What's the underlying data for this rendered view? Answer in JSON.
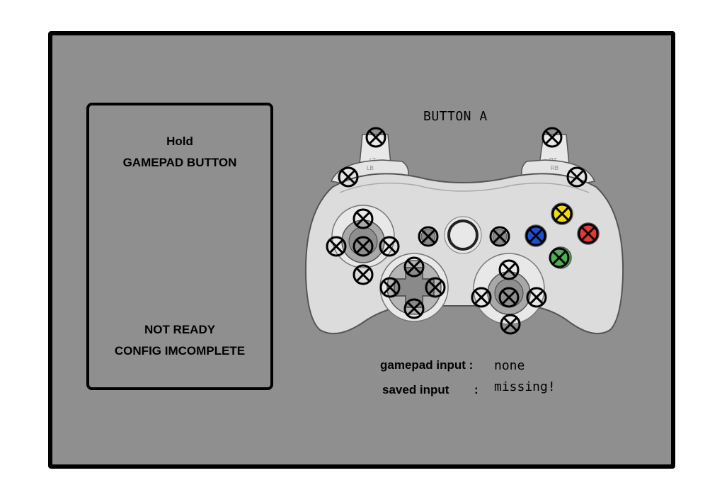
{
  "prompt": {
    "hold": "Hold",
    "action": "GAMEPAD BUTTON",
    "status": "NOT READY",
    "config": "CONFIG IMCOMPLETE"
  },
  "current_button": "BUTTON A",
  "info": {
    "gamepad_input_label": "gamepad input :",
    "gamepad_input_value": "none",
    "saved_input_label": "saved input",
    "saved_input_colon": ":",
    "saved_input_value": "missing!"
  },
  "controller": {
    "trigger_labels": {
      "lt": "LT",
      "lb": "LB",
      "rt": "RT",
      "rb": "RB"
    },
    "face_button_colors": {
      "a": "#4caf50",
      "b": "#e53935",
      "x": "#1e4fd8",
      "y": "#f5d90a"
    },
    "unmapped_marker_icon": "circle-x-icon"
  }
}
